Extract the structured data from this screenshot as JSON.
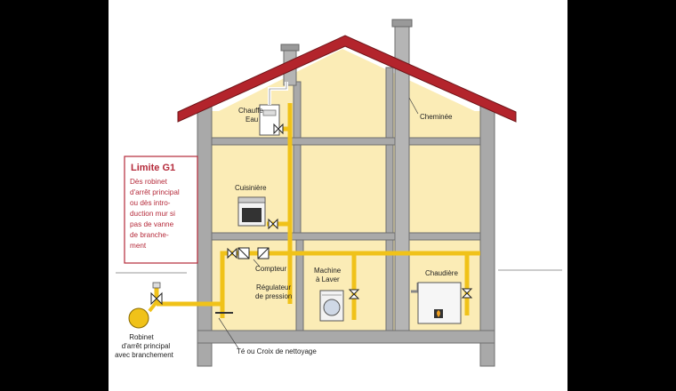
{
  "labels": {
    "chauffe_eau_1": "Chauffe",
    "chauffe_eau_2": "Eau",
    "cheminee": "Cheminée",
    "cuisiniere": "Cuisinière",
    "compteur": "Compteur",
    "regulateur_1": "Régulateur",
    "regulateur_2": "de pression",
    "machine_1": "Machine",
    "machine_2": "à Laver",
    "chaudiere": "Chaudière",
    "robinet_1": "Robinet",
    "robinet_2": "d'arrêt principal",
    "robinet_3": "avec branchement",
    "te_croix": "Té ou Croix de nettoyage"
  },
  "limit_box": {
    "title": "Limite G1",
    "lines": [
      "Dès robinet",
      "d'arrêt principal",
      "ou dès intro-",
      "duction mur si",
      "pas de vanne",
      "de branche-",
      "ment"
    ]
  },
  "colors": {
    "wall": "#a9a9a9",
    "wall_edge": "#6e6e6e",
    "interior": "#fbecb6",
    "roof": "#b3242c",
    "gas_pipe": "#f0c219",
    "limit_border": "#b52a3a"
  }
}
